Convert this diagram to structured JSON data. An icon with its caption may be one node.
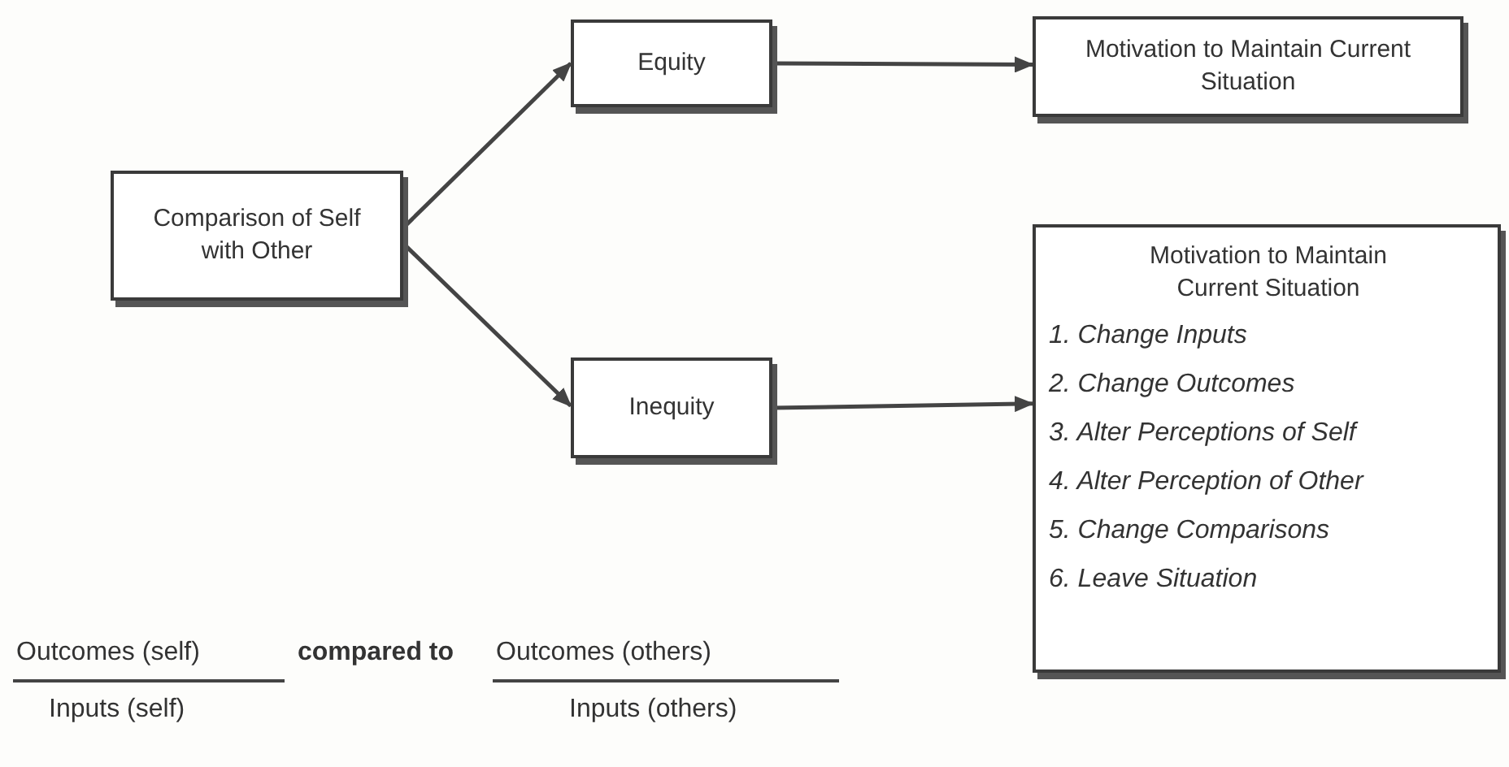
{
  "diagram": {
    "nodes": [
      {
        "text": [
          "Comparison of Self with Other"
        ]
      },
      {
        "text": [
          "Equity"
        ]
      },
      {
        "text": [
          "Inequity"
        ]
      },
      {
        "text": [
          "Motivation to Maintain Current Situation"
        ]
      },
      {
        "text": [
          "Motivation to Maintain Current Situation",
          "1. Change Inputs",
          "2. Change Outcomes",
          "3. Alter Perceptions of Self",
          "4. Alter Perception of Other",
          "5. Change Comparisons",
          "6. Leave Situation"
        ]
      }
    ],
    "edges": [
      {
        "from": 0,
        "to": 1,
        "arrow": "to"
      },
      {
        "from": 0,
        "to": 2,
        "arrow": "to"
      },
      {
        "from": 1,
        "to": 3,
        "arrow": "to"
      },
      {
        "from": 2,
        "to": 4,
        "arrow": "to"
      }
    ],
    "labels": [
      "Outcomes (self)",
      "compared to",
      "Outcomes (others)",
      "Inputs (self)",
      "Inputs (others)"
    ]
  }
}
